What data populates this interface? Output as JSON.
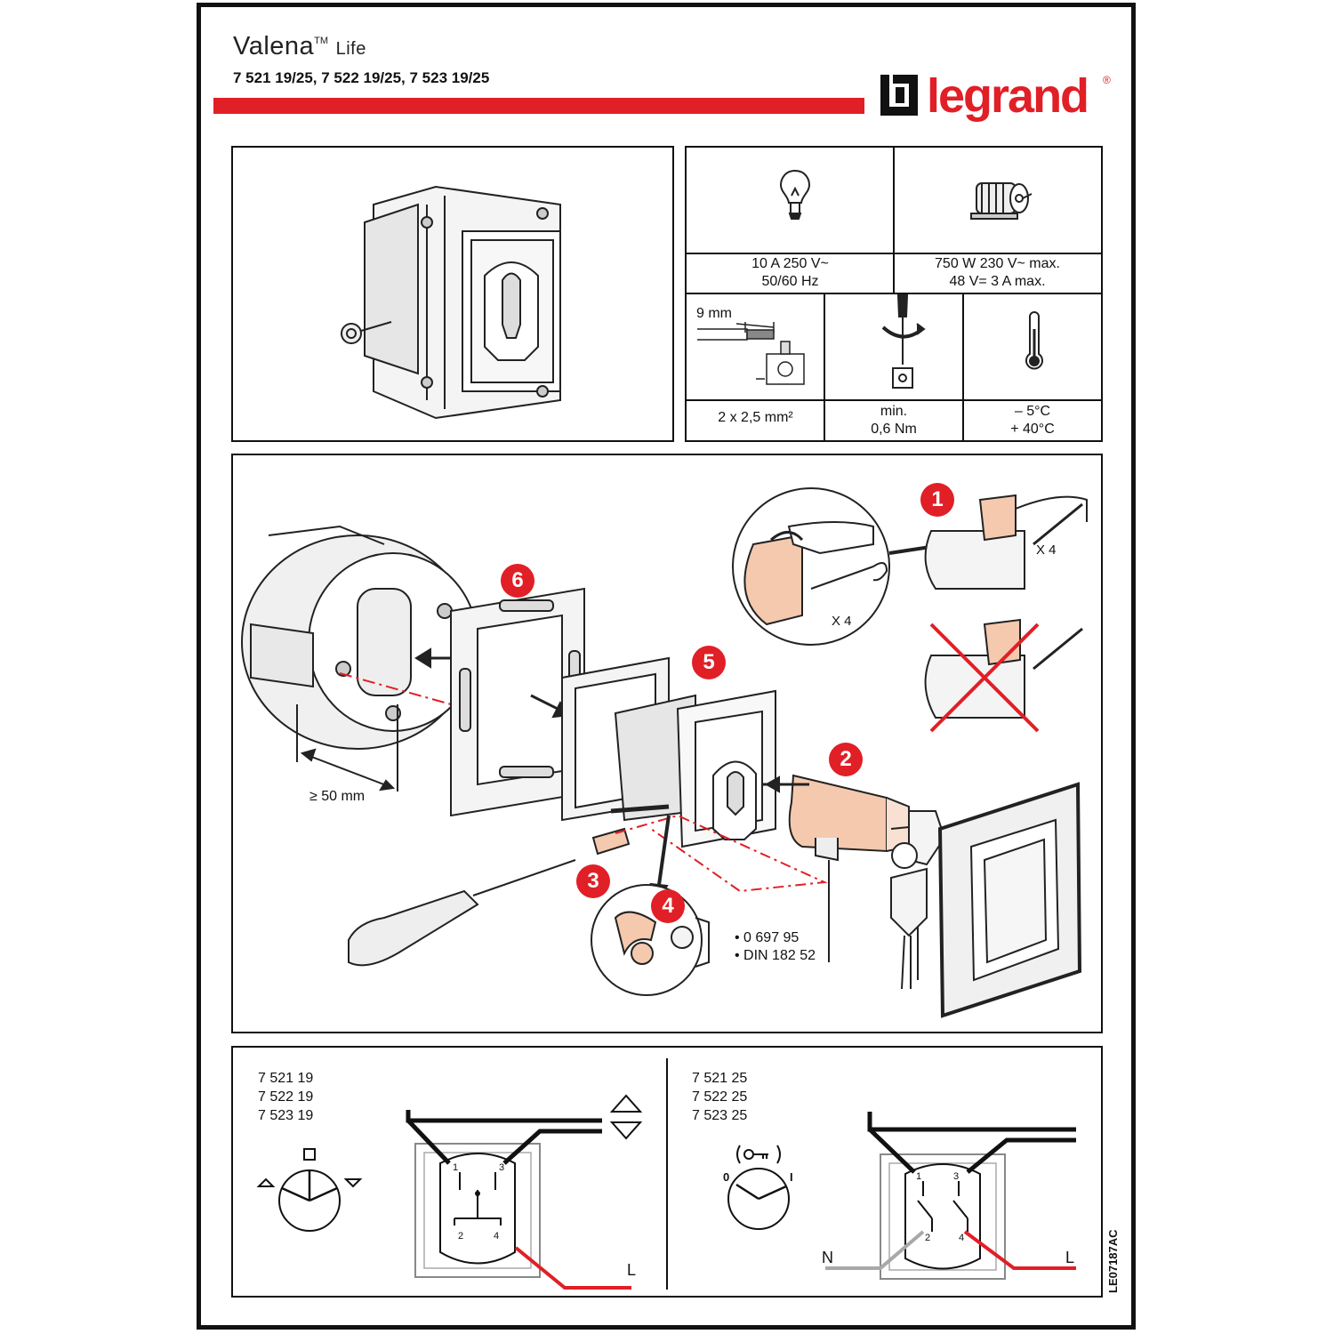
{
  "header": {
    "product": "Valena",
    "tm": "TM",
    "series": "Life",
    "codes": "7 521 19/25, 7 522 19/25, 7 523 19/25",
    "brand": "legrand",
    "registered": "®",
    "brand_color": "#e11f26"
  },
  "specs": {
    "lamp_icon": "light-bulb-icon",
    "motor_icon": "motor-icon",
    "lamp_rating_line1": "10 A  250 V~",
    "lamp_rating_line2": "50/60 Hz",
    "motor_rating_line1": "750 W  230 V~ max.",
    "motor_rating_line2": "48 V= 3 A max.",
    "strip_length": "9 mm",
    "wire_section": "2 x 2,5 mm²",
    "torque_line1": "min.",
    "torque_line2": "0,6 Nm",
    "temp_line1": "– 5°C",
    "temp_line2": "+ 40°C"
  },
  "assembly": {
    "steps": [
      "1",
      "2",
      "3",
      "4",
      "5",
      "6"
    ],
    "screw_count_a": "X 4",
    "screw_count_b": "X 4",
    "min_depth": "≥ 50 mm",
    "cylinder_ref_1": "• 0 697 95",
    "cylinder_ref_2": "• DIN 182 52"
  },
  "wiring": {
    "left_codes": [
      "7 521 19",
      "7 522 19",
      "7 523 19"
    ],
    "right_codes": [
      "7 521 25",
      "7 522 25",
      "7 523 25"
    ],
    "left_terminals": [
      "1",
      "3",
      "2",
      "4"
    ],
    "right_terminals": [
      "1",
      "3",
      "2",
      "4"
    ],
    "left_line": "L",
    "right_neutral": "N",
    "right_line": "L",
    "pos_off": "0",
    "pos_on": "I",
    "reference": "LE07187AC"
  }
}
